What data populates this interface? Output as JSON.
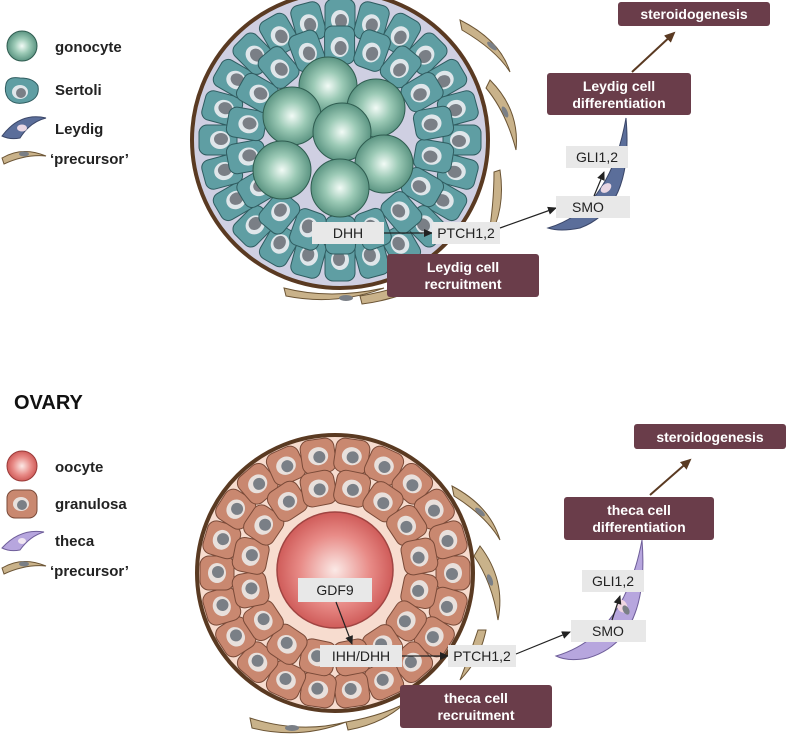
{
  "testis": {
    "legend": {
      "gonocyte": "gonocyte",
      "sertoli": "Sertoli",
      "leydig": "Leydig",
      "precursor": "‘precursor’"
    },
    "signals": {
      "ligand": "DHH",
      "receptor": "PTCH1,2",
      "smo": "SMO",
      "gli": "GLI1,2"
    },
    "boxes": {
      "recruitment_line1": "Leydig cell",
      "recruitment_line2": "recruitment",
      "differentiation_line1": "Leydig cell",
      "differentiation_line2": "differentiation",
      "steroid": "steroidogenesis"
    }
  },
  "ovary": {
    "title": "OVARY",
    "legend": {
      "oocyte": "oocyte",
      "granulosa": "granulosa",
      "theca": "theca",
      "precursor": "‘precursor’"
    },
    "signals": {
      "gdf9": "GDF9",
      "ligand": "IHH/DHH",
      "receptor": "PTCH1,2",
      "smo": "SMO",
      "gli": "GLI1,2"
    },
    "boxes": {
      "recruitment_line1": "theca cell",
      "recruitment_line2": "recruitment",
      "differentiation_line1": "theca cell",
      "differentiation_line2": "differentiation",
      "steroid": "steroidogenesis"
    }
  },
  "colors": {
    "teal_cell": "#5f9ea3",
    "gonocyte": "#7fb8a4",
    "leydig": "#5b6e9a",
    "precursor": "#c9b28a",
    "boundary": "#5a3a22",
    "box": "#6a3d4a",
    "oocyte": "#e07a7a",
    "granulosa": "#c98870",
    "theca": "#b7a6de",
    "signal_box": "#e8e8e8"
  }
}
